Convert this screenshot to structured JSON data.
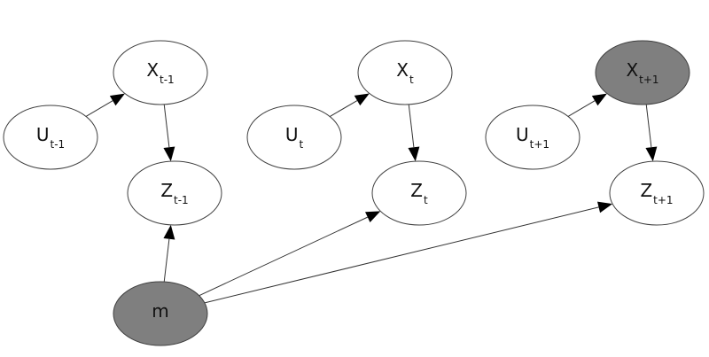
{
  "diagram": {
    "type": "dynamic-bayesian-network",
    "colors": {
      "observed_fill": "#7f7f7f",
      "latent_fill": "#ffffff",
      "stroke": "#404040",
      "edge": "#333333"
    },
    "nodes": [
      {
        "id": "u_tm1",
        "label": "U",
        "subscript": "t-1",
        "shaded": false
      },
      {
        "id": "x_tm1",
        "label": "X",
        "subscript": "t-1",
        "shaded": false
      },
      {
        "id": "z_tm1",
        "label": "Z",
        "subscript": "t-1",
        "shaded": false
      },
      {
        "id": "u_t",
        "label": "U",
        "subscript": "t",
        "shaded": false
      },
      {
        "id": "x_t",
        "label": "X",
        "subscript": "t",
        "shaded": false
      },
      {
        "id": "z_t",
        "label": "Z",
        "subscript": "t",
        "shaded": false
      },
      {
        "id": "u_tp1",
        "label": "U",
        "subscript": "t+1",
        "shaded": false
      },
      {
        "id": "x_tp1",
        "label": "X",
        "subscript": "t+1",
        "shaded": true
      },
      {
        "id": "z_tp1",
        "label": "Z",
        "subscript": "t+1",
        "shaded": false
      },
      {
        "id": "m",
        "label": "m",
        "subscript": "",
        "shaded": true
      }
    ],
    "edges": [
      {
        "from": "u_tm1",
        "to": "x_tm1"
      },
      {
        "from": "x_tm1",
        "to": "z_tm1"
      },
      {
        "from": "u_t",
        "to": "x_t"
      },
      {
        "from": "x_t",
        "to": "z_t"
      },
      {
        "from": "u_tp1",
        "to": "x_tp1"
      },
      {
        "from": "x_tp1",
        "to": "z_tp1"
      },
      {
        "from": "m",
        "to": "z_tm1"
      },
      {
        "from": "m",
        "to": "z_t"
      },
      {
        "from": "m",
        "to": "z_tp1"
      }
    ]
  }
}
